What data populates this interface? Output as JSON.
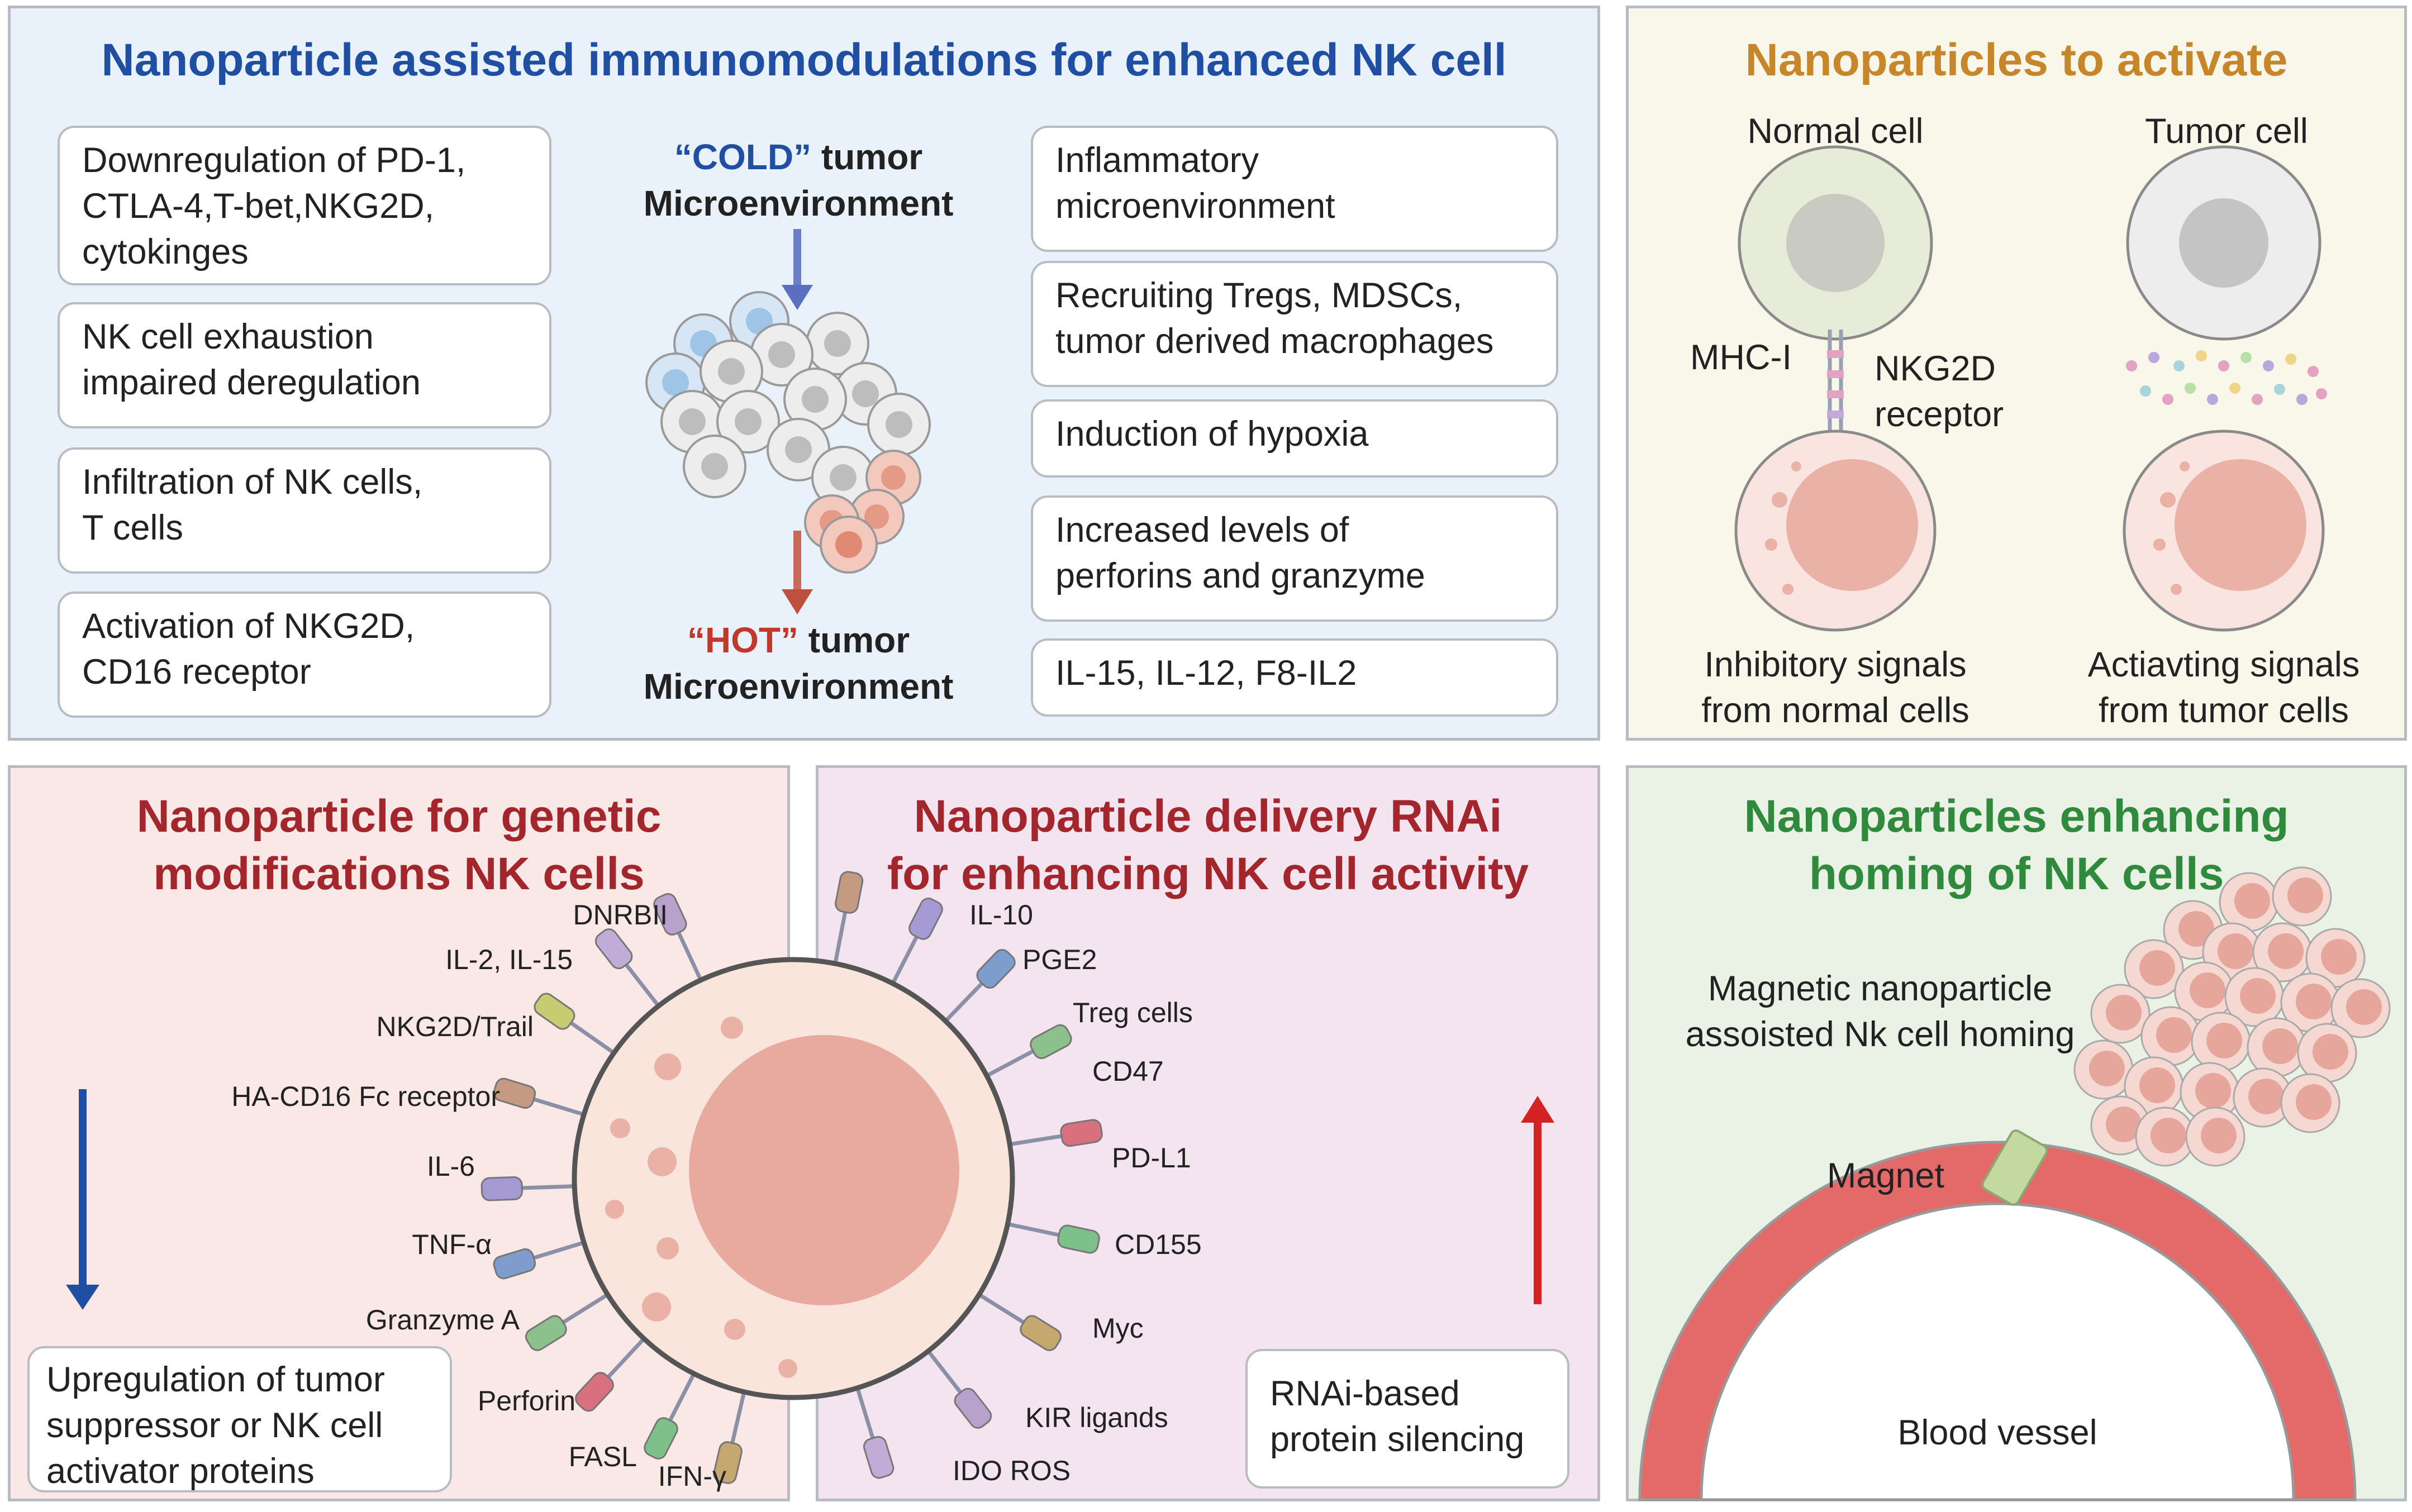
{
  "colors": {
    "panel1_bg": "#e9f2fa",
    "panel2_bg": "#f9f6ea",
    "panel3_bg": "#f9e8e6",
    "panel4_bg": "#f3e4ef",
    "panel5_bg": "#eaf2e5",
    "title_blue": "#1f4ea3",
    "title_orange": "#c8862a",
    "title_red": "#a3262c",
    "title_green": "#2f8a3d",
    "cold_blue": "#1f4ea3",
    "hot_red": "#c0392b",
    "arrow_down": "#1f4ea3",
    "arrow_up": "#d42222",
    "vessel_red": "#e46a6a"
  },
  "immunomodulation": {
    "title": "Nanoparticle assisted immunomodulations for enhanced NK cell",
    "left_items": [
      "Downregulation of PD-1,\nCTLA-4,T-bet,NKG2D,\ncytokinges",
      "NK cell exhaustion\nimpaired deregulation",
      "Infiltration of NK cells,\nT cells",
      "Activation of NKG2D,\nCD16 receptor"
    ],
    "cold": {
      "quote_word": "“COLD”",
      "suffix": " tumor",
      "line2": "Microenvironment"
    },
    "hot": {
      "quote_word": "“HOT”",
      "suffix": " tumor",
      "line2": "Microenvironment"
    },
    "right_items": [
      "Inflammatory\nmicroenvironment",
      "Recruiting Tregs, MDSCs,\ntumor derived macrophages",
      "Induction of hypoxia",
      "Increased levels of\nperforins and granzyme",
      "IL-15, IL-12, F8-IL2"
    ]
  },
  "activate": {
    "title": "Nanoparticles to activate",
    "normal_cell": "Normal cell",
    "tumor_cell": "Tumor cell",
    "mhc": "MHC-I",
    "nkg2d": "NKG2D\nreceptor",
    "inhibitory": "Inhibitory signals\nfrom normal cells",
    "activating": "Actiavting signals\nfrom tumor cells"
  },
  "genetic": {
    "title": "Nanoparticle for genetic\nmodifications NK cells",
    "receptors": [
      "DNRBII",
      "IL-2, IL-15",
      "NKG2D/Trail",
      "HA-CD16 Fc receptor",
      "IL-6",
      "TNF-α",
      "Granzyme A",
      "Perforin",
      "FASL",
      "IFN-γ"
    ],
    "upregulation": "Upregulation of tumor\nsuppressor or NK cell\nactivator proteins"
  },
  "rnai": {
    "title": "Nanoparticle delivery RNAi\nfor enhancing NK cell activity",
    "receptors": [
      "IL-10",
      "PGE2",
      "Treg cells",
      "CD47",
      "PD-L1",
      "CD155",
      "Myc",
      "KIR ligands",
      "IDO ROS"
    ],
    "silencing": "RNAi-based\nprotein silencing"
  },
  "homing": {
    "title": "Nanoparticles enhancing\nhoming of NK cells",
    "caption": "Magnetic nanoparticle\nassoisted Nk cell homing",
    "magnet": "Magnet",
    "vessel": "Blood vessel"
  }
}
